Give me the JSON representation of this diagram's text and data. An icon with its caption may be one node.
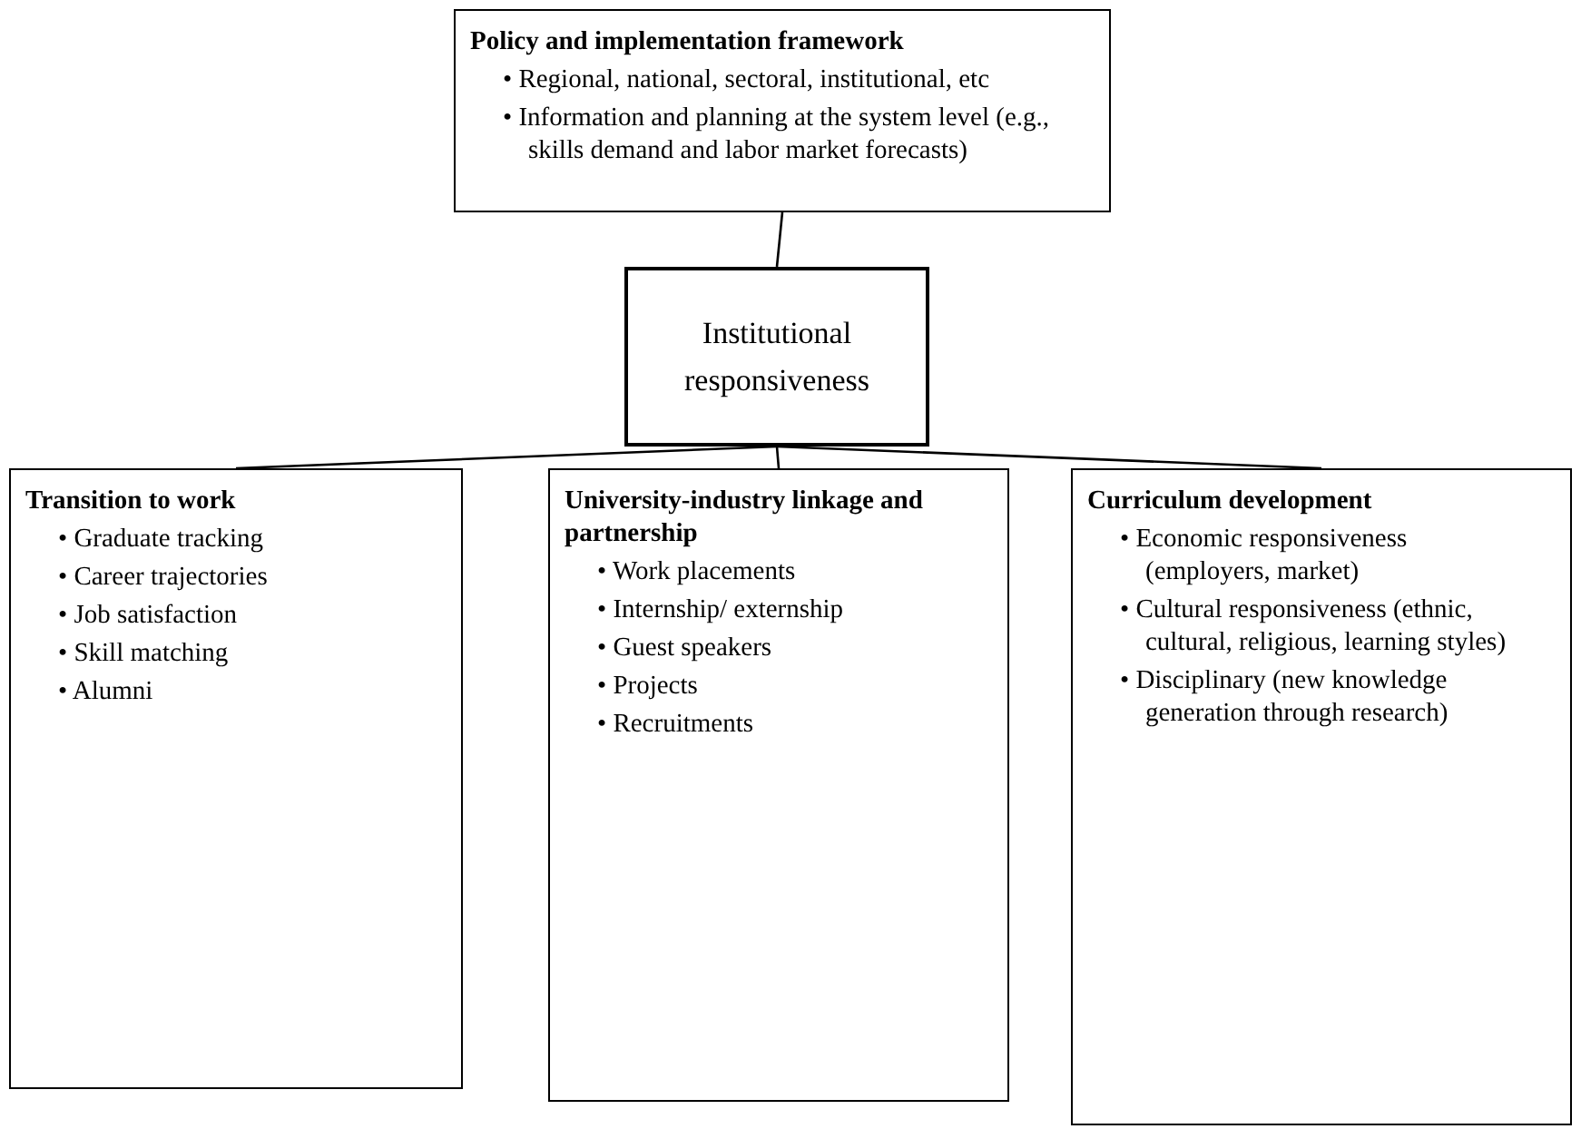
{
  "diagram": {
    "nodes": [
      {
        "text": [
          "Policy and implementation framework",
          "• Regional, national, sectoral, institutional, etc",
          "• Information and planning at the system level (e.g., skills demand and labor market forecasts)"
        ]
      },
      {
        "text": [
          "Institutional responsiveness"
        ]
      },
      {
        "text": [
          "Transition to work",
          "• Graduate tracking",
          "• Career trajectories",
          "• Job satisfaction",
          "• Skill matching",
          "• Alumni"
        ]
      },
      {
        "text": [
          "University-industry linkage and partnership",
          "• Work placements",
          "• Internship/ externship",
          "• Guest speakers",
          "• Projects",
          "• Recruitments"
        ]
      },
      {
        "text": [
          "Curriculum development",
          "• Economic responsiveness (employers, market)",
          "• Cultural responsiveness (ethnic, cultural, religious, learning styles)",
          "• Disciplinary (new knowledge generation through research)"
        ]
      }
    ],
    "edges": [
      {
        "from": 0,
        "to": 1,
        "arrow": "none"
      },
      {
        "from": 1,
        "to": 2,
        "arrow": "none"
      },
      {
        "from": 1,
        "to": 3,
        "arrow": "none"
      },
      {
        "from": 1,
        "to": 4,
        "arrow": "none"
      }
    ]
  }
}
